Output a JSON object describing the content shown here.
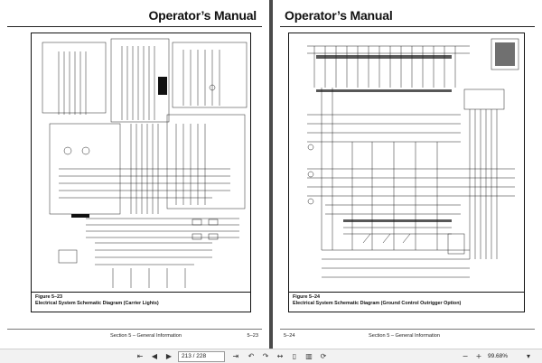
{
  "left_page": {
    "header": "Operator’s Manual",
    "figure_number": "Figure 5–23",
    "figure_title": "Electrical System Schematic Diagram (Carrier Lights)",
    "footer_section": "Section 5 – General Information",
    "footer_page": "5–23"
  },
  "right_page": {
    "header": "Operator’s Manual",
    "figure_number": "Figure 5–24",
    "figure_title": "Electrical System Schematic Diagram (Ground Control Outrigger Option)",
    "footer_section": "Section 5 – General Information",
    "footer_page": "5–24"
  },
  "toolbar": {
    "page_indicator": "213 / 228",
    "zoom": "99.68%",
    "icons": [
      "first-page-icon",
      "prev-page-icon",
      "next-page-icon",
      "last-page-icon",
      "back-icon",
      "forward-icon",
      "fit-width-icon",
      "single-page-icon",
      "spread-icon",
      "rotate-icon",
      "zoom-out-icon",
      "zoom-in-icon"
    ]
  }
}
